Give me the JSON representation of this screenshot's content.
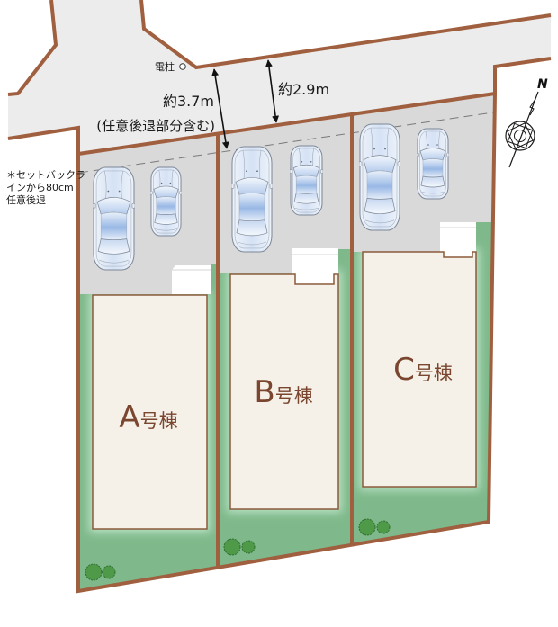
{
  "road": {
    "utility_pole": {
      "label": "電柱"
    },
    "width_west": {
      "value": "約3.7m",
      "note": "(任意後退部分含む)"
    },
    "width_east": {
      "value": "約2.9m"
    }
  },
  "setback_note": {
    "lines": [
      "＊セットバックラ",
      "インから80cm",
      "任意後退"
    ]
  },
  "compass": {
    "label": "N"
  },
  "lots": [
    {
      "letter": "A",
      "suffix": "号棟",
      "parking_spaces": 2,
      "trees": 2
    },
    {
      "letter": "B",
      "suffix": "号棟",
      "parking_spaces": 2,
      "trees": 2
    },
    {
      "letter": "C",
      "suffix": "号棟",
      "parking_spaces": 2,
      "trees": 2
    }
  ],
  "icons": {
    "car": "car-icon",
    "tree": "tree-icon",
    "utility_pole": "utility-pole-icon",
    "compass": "compass-icon",
    "dimension_arrow": "double-arrow-icon"
  },
  "colors": {
    "road": "#ececec",
    "driveway": "#d9d9d9",
    "garden": "#7fb98b",
    "garden_light": "#b9e2c4",
    "boundary": "#a0603f",
    "house_fill": "#f6f1e8",
    "house_stroke": "#8b5a3c",
    "house_label": "#7a4630",
    "tree": "#4e9a48"
  }
}
